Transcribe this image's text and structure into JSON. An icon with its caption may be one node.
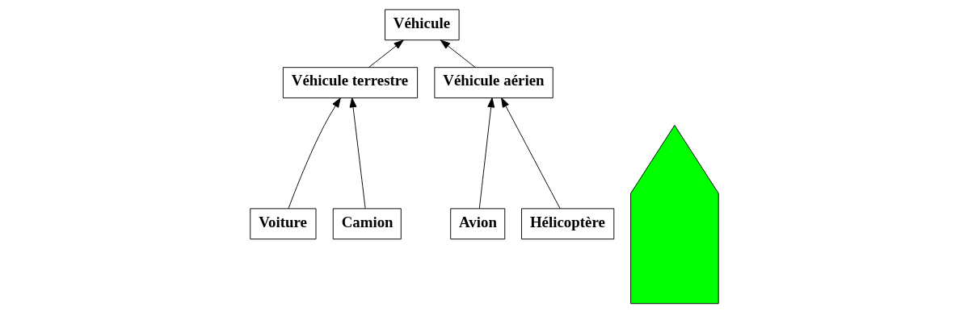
{
  "diagram": {
    "nodes": [
      {
        "text": [
          "Véhicule"
        ]
      },
      {
        "text": [
          "Véhicule terrestre"
        ]
      },
      {
        "text": [
          "Véhicule aérien"
        ]
      },
      {
        "text": [
          "Voiture"
        ]
      },
      {
        "text": [
          "Camion"
        ]
      },
      {
        "text": [
          "Avion"
        ]
      },
      {
        "text": [
          "Hélicoptère"
        ]
      },
      {
        "text": [],
        "shape": "arrow"
      }
    ],
    "edges": [
      {
        "from": 1,
        "to": 0,
        "arrow": "to"
      },
      {
        "from": 2,
        "to": 0,
        "arrow": "to"
      },
      {
        "from": 3,
        "to": 1,
        "arrow": "to"
      },
      {
        "from": 4,
        "to": 1,
        "arrow": "to"
      },
      {
        "from": 5,
        "to": 2,
        "arrow": "to"
      },
      {
        "from": 6,
        "to": 2,
        "arrow": "to"
      }
    ]
  }
}
